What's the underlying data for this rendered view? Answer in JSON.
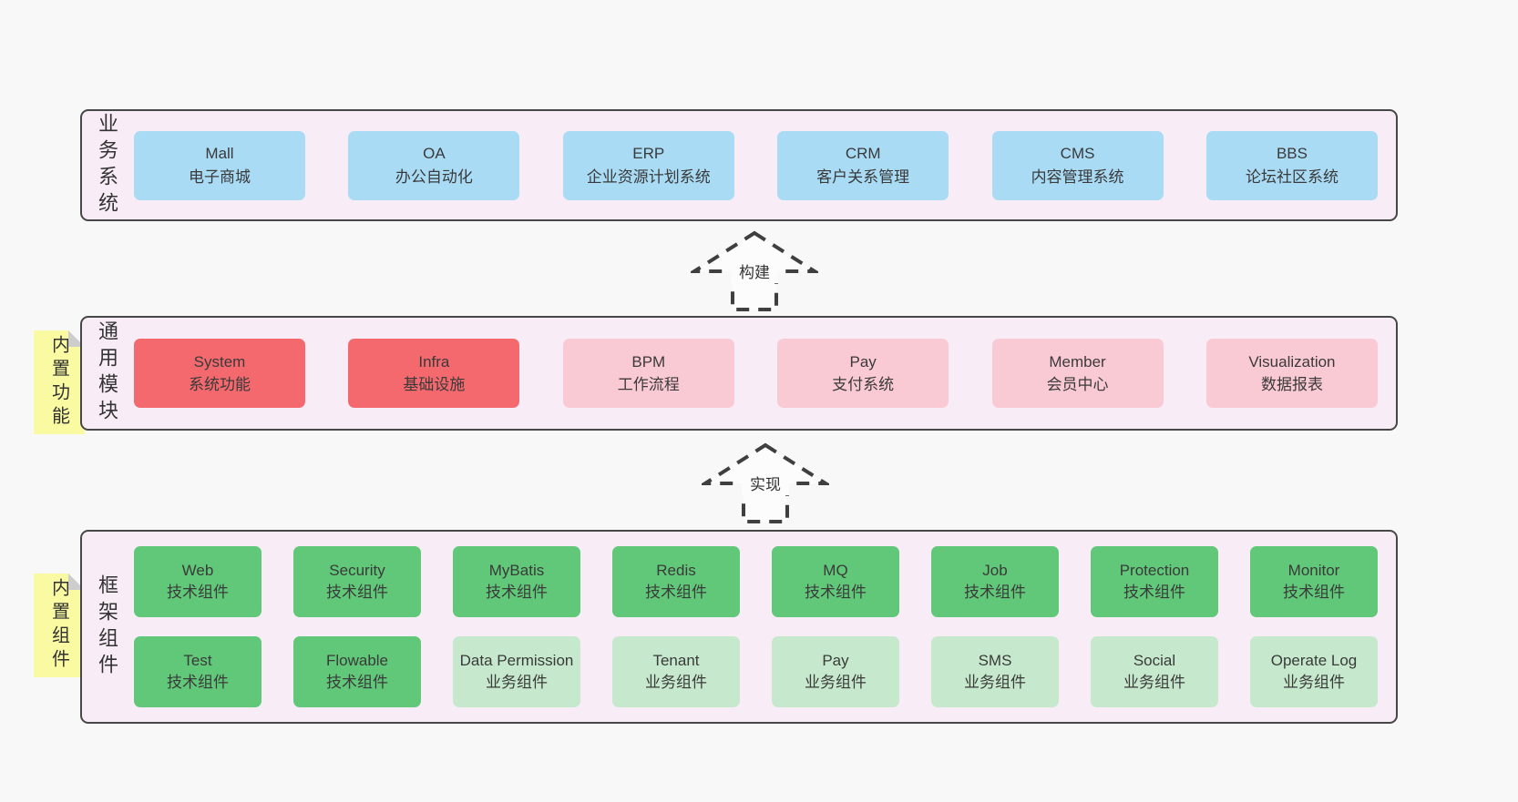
{
  "palette": {
    "page_bg": "#f8f8f8",
    "container_bg": "#f8edf6",
    "container_border": "#474747",
    "blue": "#a9dbf5",
    "red": "#f3696e",
    "pink": "#facad4",
    "green": "#60c878",
    "green_light": "#c6e9cd",
    "sticky_yellow": "#fafaa2",
    "text": "#383838"
  },
  "tiers": [
    {
      "label": "业务系统",
      "boxes": [
        {
          "title": "Mall",
          "subtitle": "电子商城"
        },
        {
          "title": "OA",
          "subtitle": "办公自动化"
        },
        {
          "title": "ERP",
          "subtitle": "企业资源计划系统"
        },
        {
          "title": "CRM",
          "subtitle": "客户关系管理"
        },
        {
          "title": "CMS",
          "subtitle": "内容管理系统"
        },
        {
          "title": "BBS",
          "subtitle": "论坛社区系统"
        }
      ]
    },
    {
      "label": "通用模块",
      "sticky": "内置功能",
      "boxes": [
        {
          "title": "System",
          "subtitle": "系统功能"
        },
        {
          "title": "Infra",
          "subtitle": "基础设施"
        },
        {
          "title": "BPM",
          "subtitle": "工作流程"
        },
        {
          "title": "Pay",
          "subtitle": "支付系统"
        },
        {
          "title": "Member",
          "subtitle": "会员中心"
        },
        {
          "title": "Visualization",
          "subtitle": "数据报表"
        }
      ]
    },
    {
      "label": "框架组件",
      "sticky": "内置组件",
      "row1": [
        {
          "title": "Web",
          "subtitle": "技术组件"
        },
        {
          "title": "Security",
          "subtitle": "技术组件"
        },
        {
          "title": "MyBatis",
          "subtitle": "技术组件"
        },
        {
          "title": "Redis",
          "subtitle": "技术组件"
        },
        {
          "title": "MQ",
          "subtitle": "技术组件"
        },
        {
          "title": "Job",
          "subtitle": "技术组件"
        },
        {
          "title": "Protection",
          "subtitle": "技术组件"
        },
        {
          "title": "Monitor",
          "subtitle": "技术组件"
        }
      ],
      "row2": [
        {
          "title": "Test",
          "subtitle": "技术组件"
        },
        {
          "title": "Flowable",
          "subtitle": "技术组件"
        },
        {
          "title": "Data Permission",
          "subtitle": "业务组件"
        },
        {
          "title": "Tenant",
          "subtitle": "业务组件"
        },
        {
          "title": "Pay",
          "subtitle": "业务组件"
        },
        {
          "title": "SMS",
          "subtitle": "业务组件"
        },
        {
          "title": "Social",
          "subtitle": "业务组件"
        },
        {
          "title": "Operate Log",
          "subtitle": "业务组件"
        }
      ]
    }
  ],
  "arrows": [
    {
      "label": "构建"
    },
    {
      "label": "实现"
    }
  ]
}
